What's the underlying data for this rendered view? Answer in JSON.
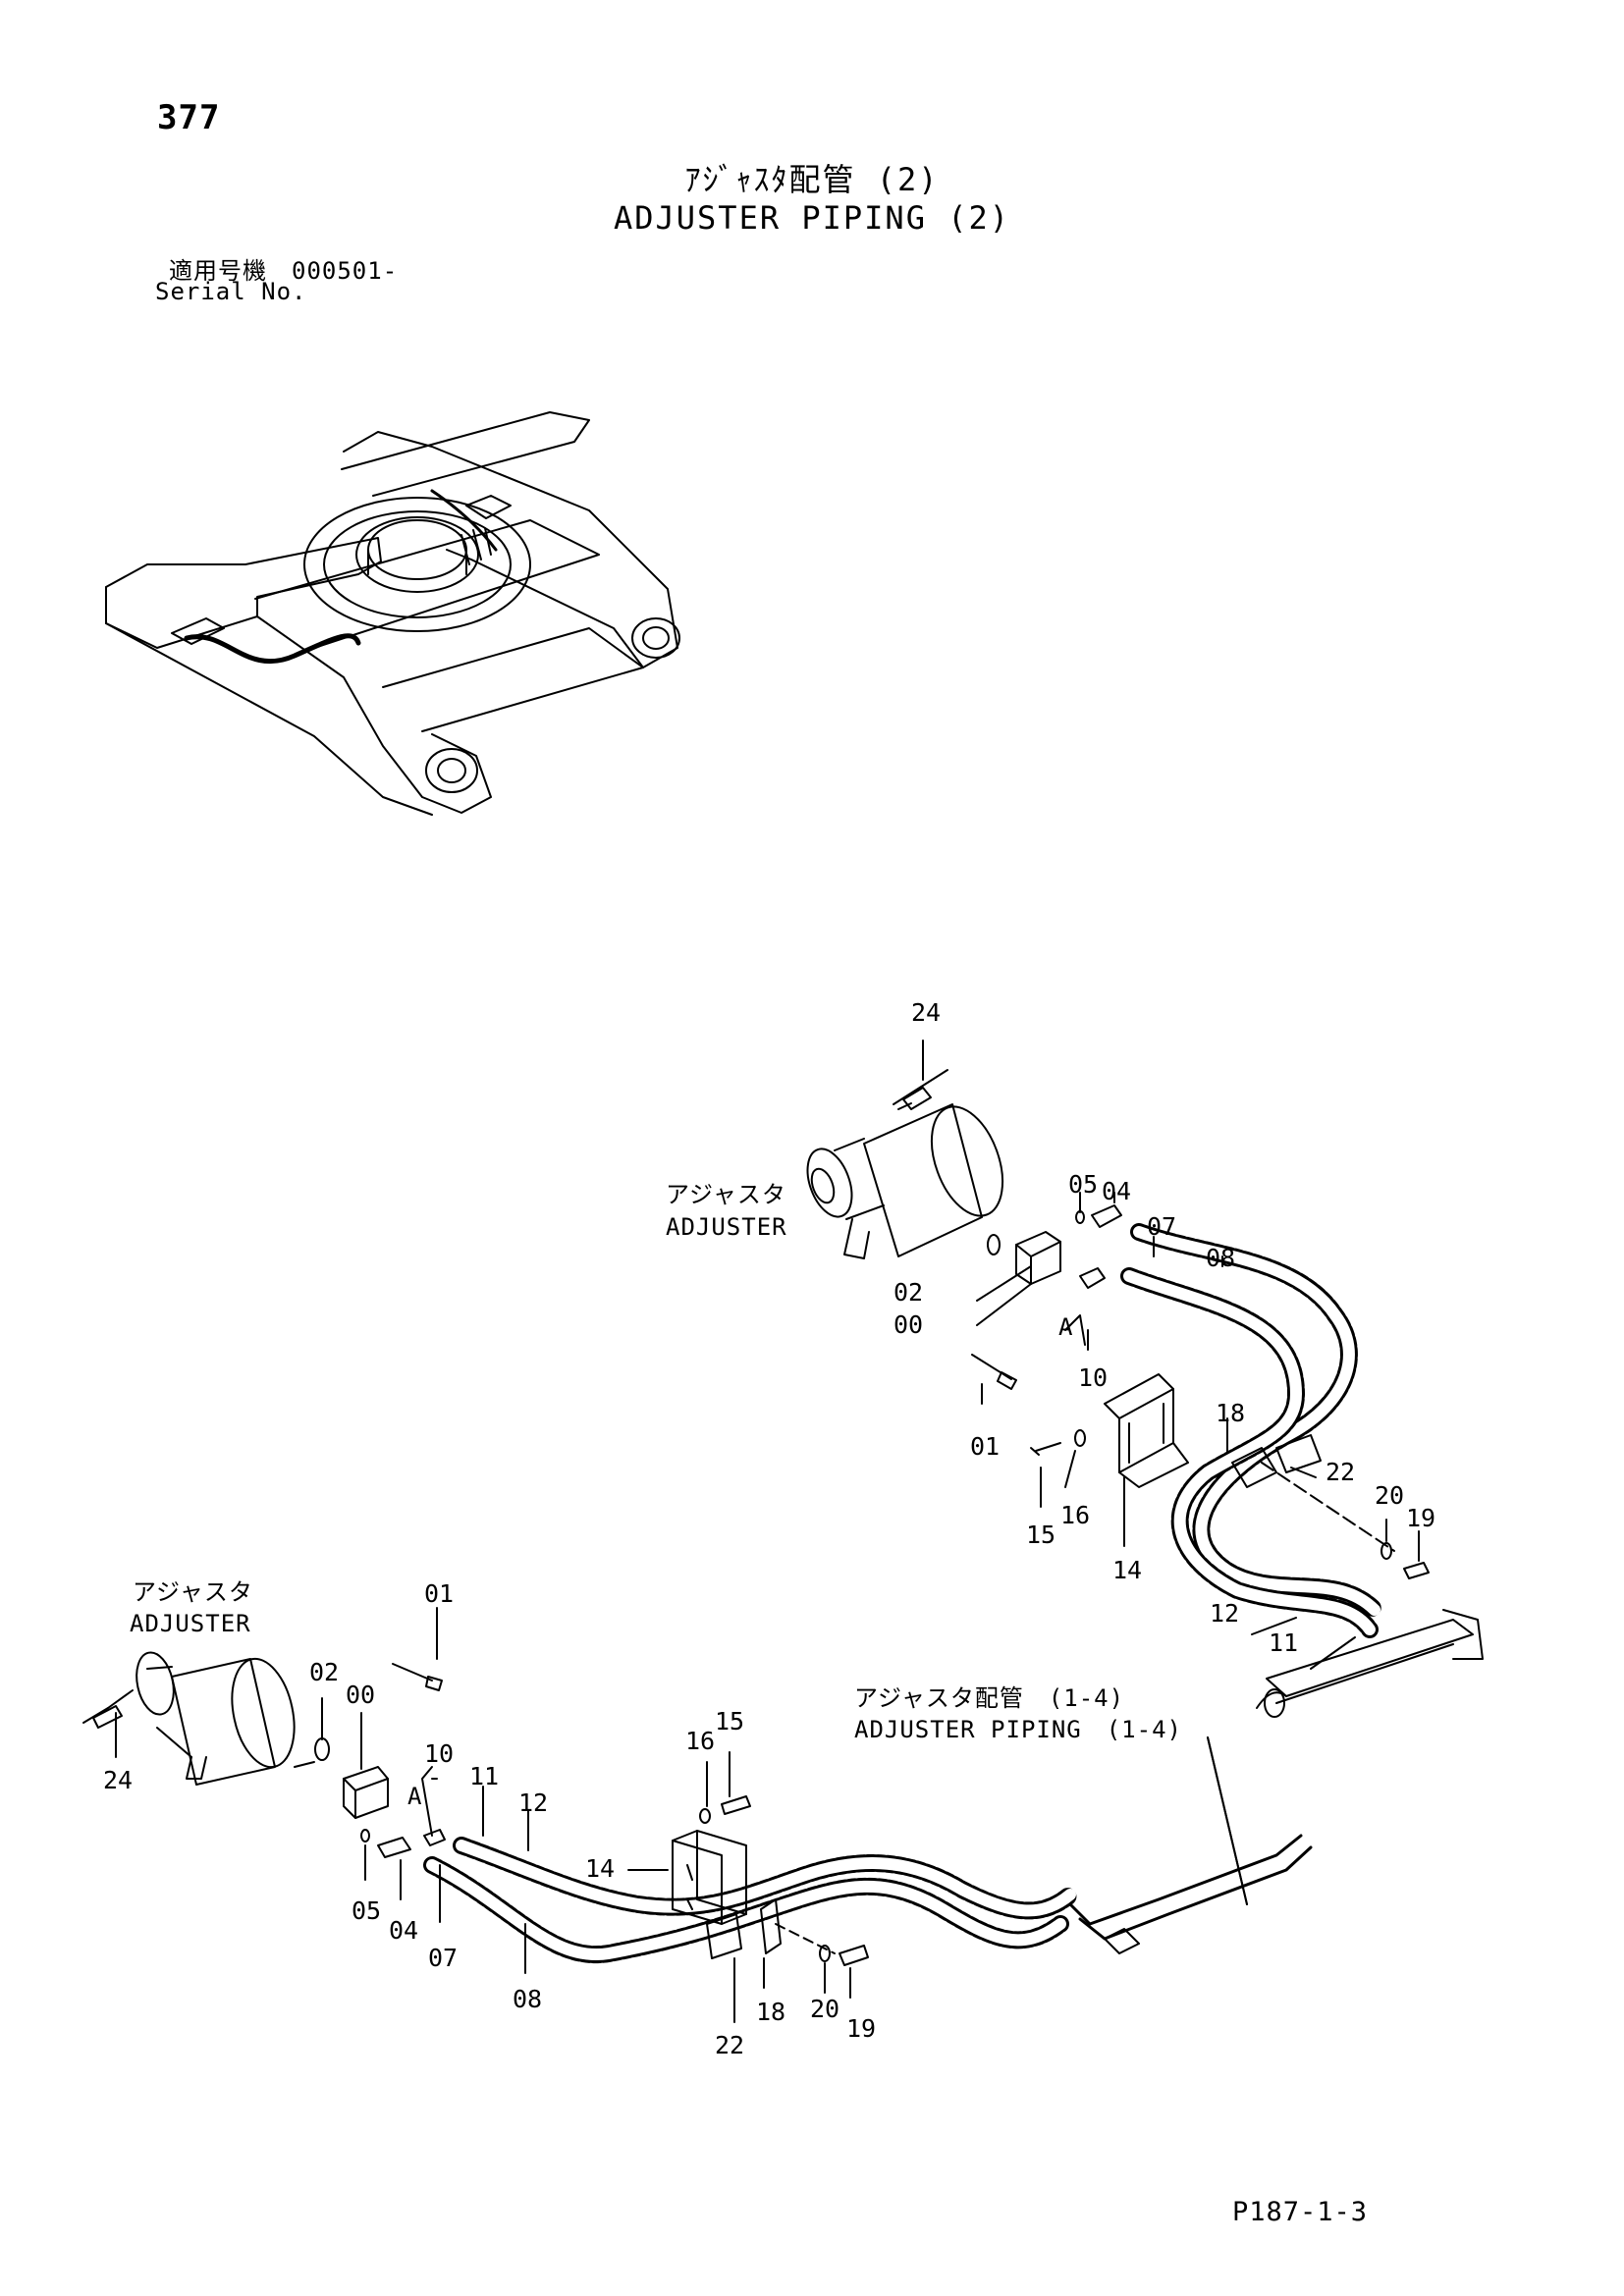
{
  "header": {
    "page_number": "377",
    "title_jp": "ｱｼﾞｬｽﾀ配管 (2)",
    "title_en": "ADJUSTER PIPING (2)",
    "serial_jp": "適用号機　000501-",
    "serial_en": "Serial No."
  },
  "upper_assembly": {
    "adjuster_jp": "アジャスタ",
    "adjuster_en": "ADJUSTER",
    "view_a": "A",
    "callouts": [
      "24",
      "05",
      "04",
      "07",
      "08",
      "02",
      "00",
      "10",
      "01",
      "18",
      "22",
      "20",
      "19",
      "15",
      "16",
      "14",
      "12",
      "11"
    ]
  },
  "lower_assembly": {
    "adjuster_jp": "アジャスタ",
    "adjuster_en": "ADJUSTER",
    "view_a": "A",
    "piping_ref_jp": "アジャスタ配管　(1-4)",
    "piping_ref_en": "ADJUSTER PIPING　(1-4)",
    "callouts": [
      "01",
      "02",
      "00",
      "10",
      "11",
      "12",
      "16",
      "15",
      "24",
      "14",
      "05",
      "04",
      "07",
      "08",
      "18",
      "20",
      "19",
      "22"
    ]
  },
  "footer": {
    "page_ref": "P187-1-3"
  }
}
